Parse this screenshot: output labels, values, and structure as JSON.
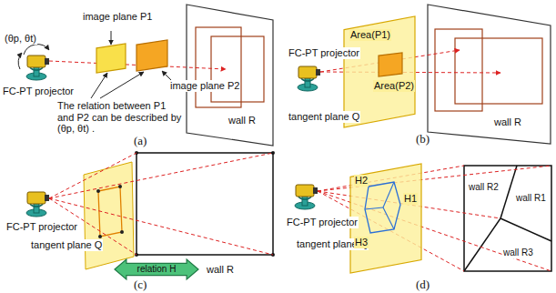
{
  "diagram": {
    "nodes": [
      {
        "text": [
          "image plane P1"
        ]
      },
      {
        "text": [
          "image plane P2"
        ]
      },
      {
        "text": [
          "tangent plane Q",
          "Area(P1)"
        ]
      },
      {
        "text": [
          "Area(P2)"
        ],
        "in": 2
      },
      {
        "text": [
          "relation H"
        ]
      },
      {
        "text": [
          "tangent plane Q",
          "H2",
          "H1",
          "H3"
        ]
      }
    ],
    "labels": [
      "(θp, θt)",
      "The relation between P1 and P2 can be described by (θp, θt) .",
      "FC-PT projector",
      "wall R",
      "(a)",
      "FC-PT projector",
      "wall R",
      "(b)",
      "FC-PT projector",
      "tangent plane Q",
      "wall R",
      "(c)",
      "FC-PT projector",
      "wall R2",
      "wall R1",
      "wall R3",
      "(d)"
    ]
  }
}
